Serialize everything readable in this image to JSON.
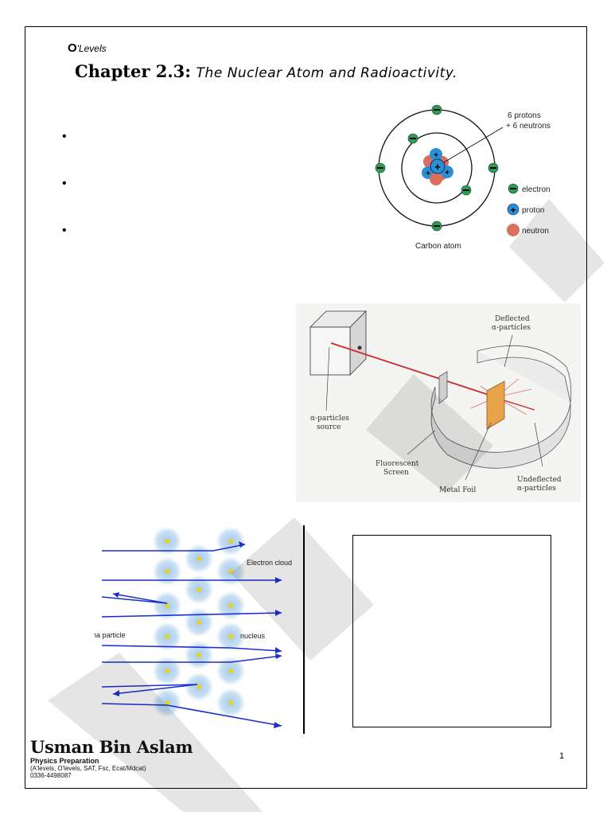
{
  "header": {
    "level_letter": "O",
    "level_rest": "'Levels",
    "chapter_label": "Chapter 2.3:",
    "chapter_title": "The Nuclear Atom and Radioactivity."
  },
  "bullets": [
    "•",
    "•",
    "•"
  ],
  "carbon_atom": {
    "caption": "Carbon atom",
    "nucleus_note_line1": "6 protons",
    "nucleus_note_line2": "+ 6 neutrons",
    "legend": [
      "electron",
      "proton",
      "neutron"
    ],
    "colors": {
      "electron": "#2e9a52",
      "proton": "#2b8fd6",
      "neutron": "#d9705e"
    }
  },
  "rutherford_apparatus": {
    "label_source_1": "α-particles",
    "label_source_2": "source",
    "label_deflected_1": "Deflected",
    "label_deflected_2": "α-particles",
    "label_screen_1": "Fluorescent",
    "label_screen_2": "Screen",
    "label_foil": "Metal Foil",
    "label_undeflected_1": "Undeflected",
    "label_undeflected_2": "α-particles"
  },
  "scattering_diagram": {
    "label_electron_cloud": "Electron cloud",
    "label_alpha": "Alpha particle",
    "label_nucleus": "nucleus"
  },
  "footer": {
    "logo_name": "Usman Bin Aslam",
    "logo_line1": "Physics Preparation",
    "logo_line2": "(A'levels, O'levels, SAT, Fsc, Ecat/Mdcat)",
    "logo_line3": "0336-4498087",
    "page_number": "1"
  }
}
